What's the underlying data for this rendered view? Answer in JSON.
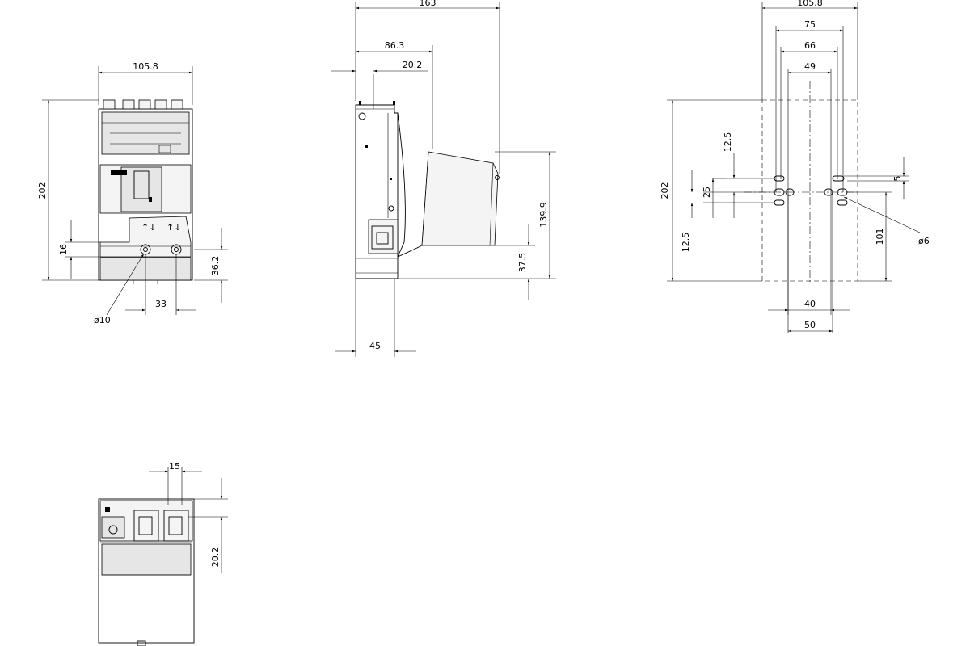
{
  "front_view": {
    "width": "105.8",
    "height": "202",
    "dim_16": "16",
    "dim_36_2": "36.2",
    "dim_33": "33",
    "hole_dia": "ø10"
  },
  "side_view": {
    "depth_total": "163",
    "depth_86_3": "86.3",
    "depth_20_2": "20.2",
    "height_139_9": "139.9",
    "height_37_5": "37.5",
    "depth_45": "45"
  },
  "drilling_view": {
    "width": "105.8",
    "dim_75": "75",
    "dim_66": "66",
    "dim_49": "49",
    "height": "202",
    "dim_12_5_top": "12.5",
    "dim_25": "25",
    "dim_12_5_left": "12.5",
    "dim_5": "5",
    "dim_101": "101",
    "hole_dia": "ø6",
    "dim_40": "40",
    "dim_50": "50"
  },
  "bottom_view": {
    "dim_15": "15",
    "dim_20_2": "20.2"
  }
}
